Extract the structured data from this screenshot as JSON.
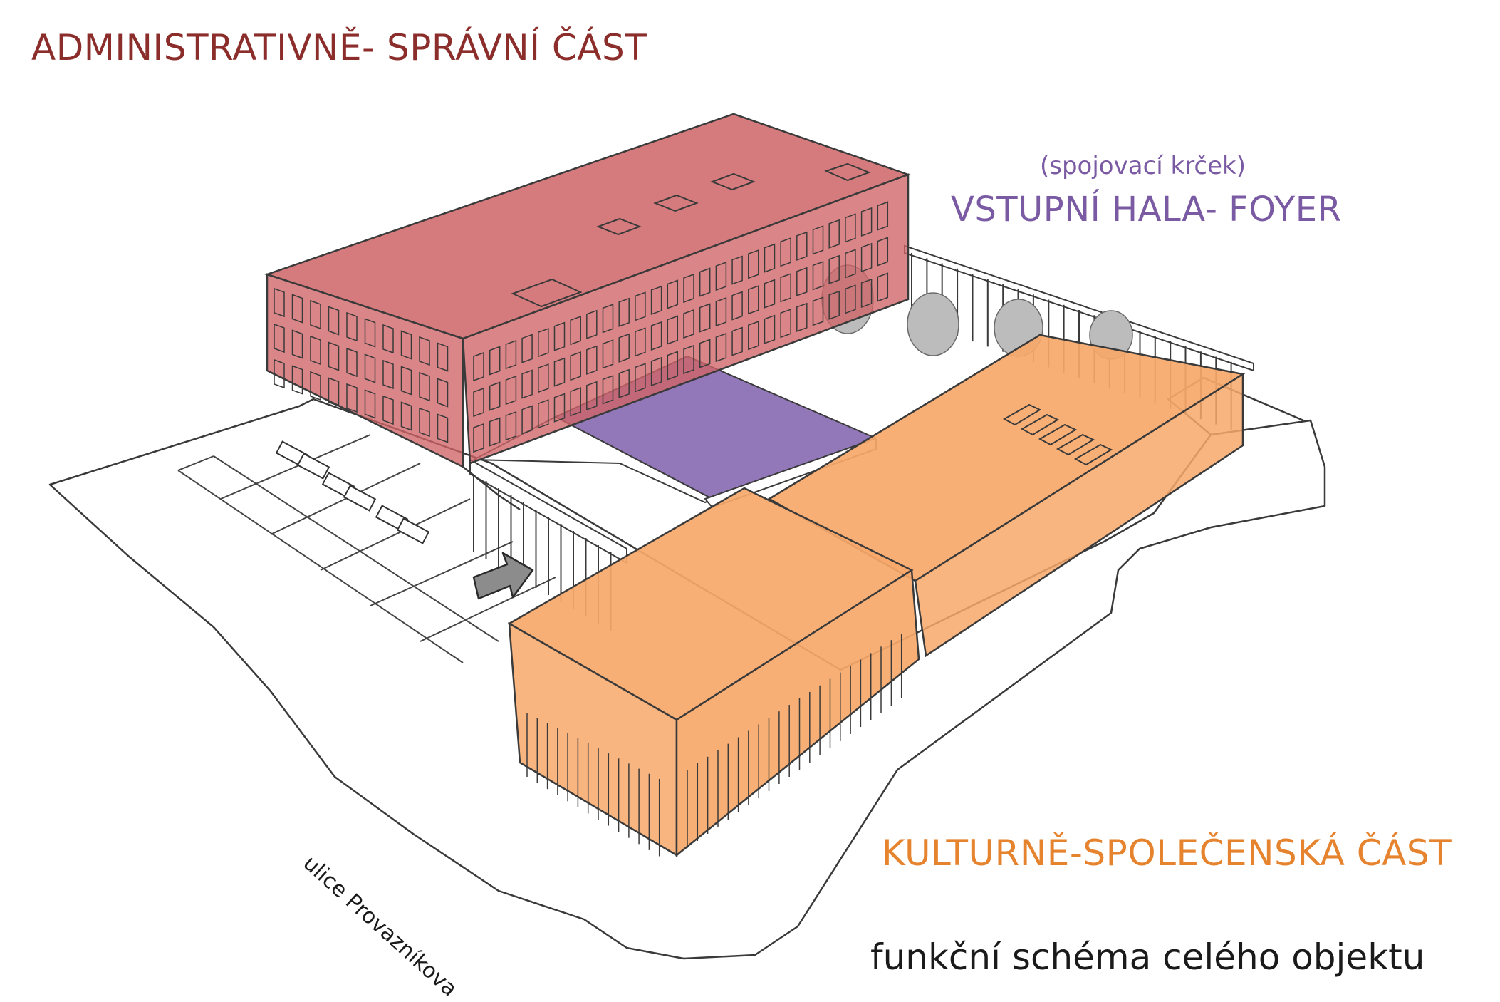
{
  "labels": {
    "admin": "ADMINISTRATIVNĚ- SPRÁVNÍ ČÁST",
    "foyer_sub": "(spojovací krček)",
    "foyer": "VSTUPNÍ HALA- FOYER",
    "culture": "KULTURNĚ-SPOLEČENSKÁ ČÁST",
    "caption": "funkční schéma celého objektu",
    "street": "ulice Provazníkova"
  },
  "colors": {
    "admin": "#8b2d2b",
    "admin_fill": "#cf6466",
    "foyer": "#7a5aa3",
    "foyer_fill": "#9278b9",
    "culture": "#e6832e",
    "culture_fill": "#f7a86a",
    "line": "#3a3a3a"
  },
  "icons": {
    "entrance": "arrow-right-icon"
  }
}
